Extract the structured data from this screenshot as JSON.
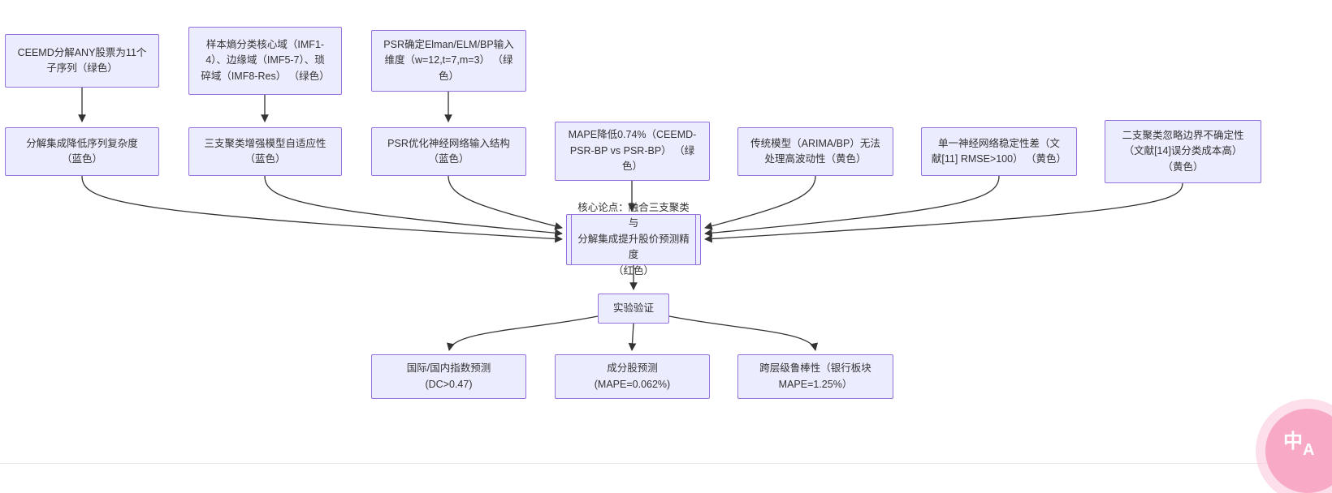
{
  "style": {
    "node_fill": "#ECECFF",
    "node_border": "#9370DB",
    "edge_color": "#333333",
    "text_color": "#333333",
    "fab_pink": "#f8a9c6"
  },
  "diagram": {
    "nodes": [
      {
        "id": "ceemd",
        "label": "CEEMD分解ANY股票为11个\n子序列（绿色）"
      },
      {
        "id": "entropy",
        "label": "样本熵分类核心域（IMF1-\n4）、边缘域（IMF5-7）、琐\n碎域（IMF8-Res） （绿色）"
      },
      {
        "id": "psr-dim",
        "label": "PSR确定Elman/ELM/BP输入\n维度（w=12,t=7,m=3） （绿\n色）"
      },
      {
        "id": "decomp",
        "label": "分解集成降低序列复杂度\n（蓝色）"
      },
      {
        "id": "threeway",
        "label": "三支聚类增强模型自适应性\n（蓝色）"
      },
      {
        "id": "psr-opt",
        "label": "PSR优化神经网络输入结构\n（蓝色）"
      },
      {
        "id": "mape-drop",
        "label": "MAPE降低0.74%（CEEMD-\nPSR-BP vs PSR-BP） （绿\n色）"
      },
      {
        "id": "trad-model",
        "label": "传统模型（ARIMA/BP）无法\n处理高波动性（黄色）"
      },
      {
        "id": "single-nn",
        "label": "单一神经网络稳定性差（文\n献[11] RMSE>100） （黄色）"
      },
      {
        "id": "twoway",
        "label": "二支聚类忽略边界不确定性\n（文献[14]误分类成本高）\n（黄色）"
      },
      {
        "id": "core",
        "label": "核心论点：融合三支聚类与\n分解集成提升股价预测精度\n（红色）"
      },
      {
        "id": "experiment",
        "label": "实验验证"
      },
      {
        "id": "index-pred",
        "label": "国际/国内指数预测\n(DC>0.47)"
      },
      {
        "id": "stock-pred",
        "label": "成分股预测\n(MAPE=0.062%)"
      },
      {
        "id": "robust",
        "label": "跨层级鲁棒性（银行板块\nMAPE=1.25%）"
      }
    ],
    "edges": [
      {
        "from": "ceemd",
        "to": "decomp"
      },
      {
        "from": "entropy",
        "to": "threeway"
      },
      {
        "from": "psr-dim",
        "to": "psr-opt"
      },
      {
        "from": "decomp",
        "to": "core"
      },
      {
        "from": "threeway",
        "to": "core"
      },
      {
        "from": "psr-opt",
        "to": "core"
      },
      {
        "from": "mape-drop",
        "to": "core"
      },
      {
        "from": "trad-model",
        "to": "core"
      },
      {
        "from": "single-nn",
        "to": "core"
      },
      {
        "from": "twoway",
        "to": "core"
      },
      {
        "from": "core",
        "to": "experiment"
      },
      {
        "from": "experiment",
        "to": "index-pred"
      },
      {
        "from": "experiment",
        "to": "stock-pred"
      },
      {
        "from": "experiment",
        "to": "robust"
      }
    ]
  },
  "translate_button": {
    "zh_glyph": "中",
    "en_glyph": "A"
  }
}
